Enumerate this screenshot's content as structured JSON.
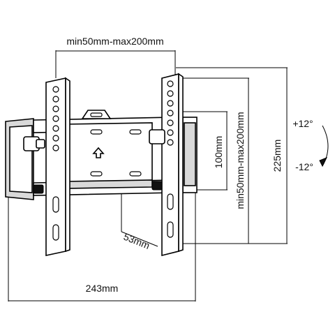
{
  "dimensions": {
    "top_width": "min50mm-max200mm",
    "inner_height": "100mm",
    "vertical_range": "min50mm-max200mm",
    "total_height": "225mm",
    "depth": "53mm",
    "total_width": "243mm"
  },
  "tilt": {
    "up": "+12°",
    "down": "-12°"
  },
  "colors": {
    "line": "#000000",
    "background": "#ffffff"
  },
  "icons": [
    "tilt-arrow-icon",
    "up-arrow-icon"
  ]
}
